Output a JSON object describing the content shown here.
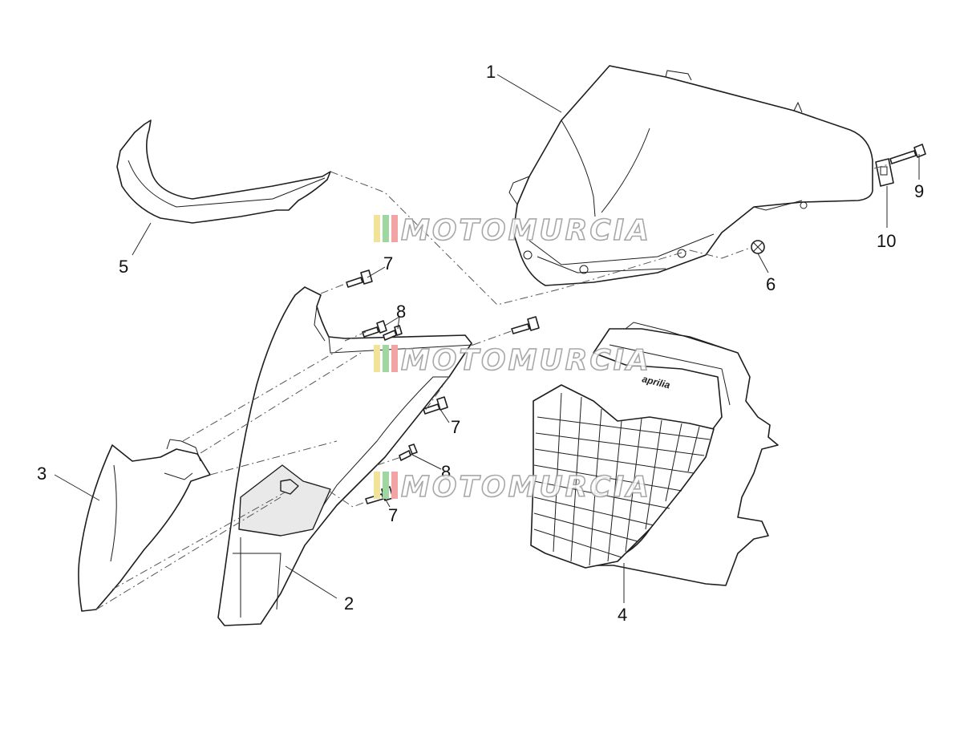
{
  "diagram": {
    "callouts": [
      {
        "id": "c1",
        "label": "1"
      },
      {
        "id": "c2",
        "label": "2"
      },
      {
        "id": "c3",
        "label": "3"
      },
      {
        "id": "c4",
        "label": "4"
      },
      {
        "id": "c5",
        "label": "5"
      },
      {
        "id": "c6",
        "label": "6"
      },
      {
        "id": "c7a",
        "label": "7"
      },
      {
        "id": "c7b",
        "label": "7"
      },
      {
        "id": "c7c",
        "label": "7"
      },
      {
        "id": "c8a",
        "label": "8"
      },
      {
        "id": "c8b",
        "label": "8"
      },
      {
        "id": "c9",
        "label": "9"
      },
      {
        "id": "c10",
        "label": "10"
      }
    ],
    "grille_logo": "aprilia"
  },
  "watermark": {
    "text": "MOTOMURCIA",
    "stripe_colors": [
      "#f2e39a",
      "#9fd7a0",
      "#f2a3a3"
    ]
  }
}
